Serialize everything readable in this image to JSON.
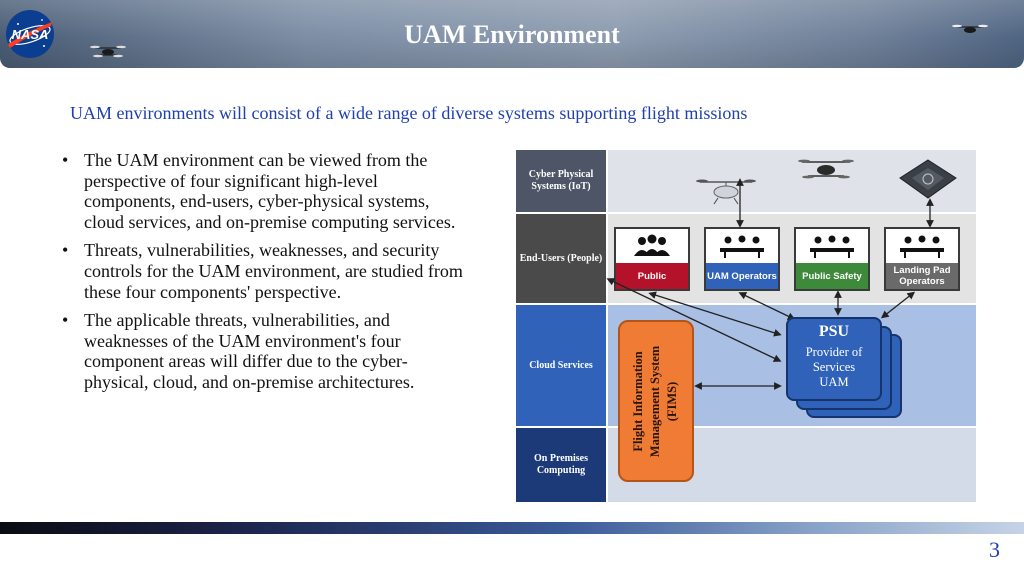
{
  "header": {
    "title": "UAM Environment",
    "logo_text": "NASA"
  },
  "subtitle": "UAM environments will consist of a wide range of diverse systems supporting flight missions",
  "bullets": [
    "The UAM environment can be viewed from the perspective of four significant high-level components, end-users, cyber-physical systems, cloud services, and on-premise computing services.",
    "Threats, vulnerabilities, weaknesses, and security controls for the UAM environment, are studied from these four components' perspective.",
    "The applicable threats, vulnerabilities, and weaknesses of the UAM environment's four component areas will differ due to the cyber-physical, cloud, and on-premise architectures."
  ],
  "diagram": {
    "bands": [
      {
        "label": "Cyber Physical Systems (IoT)",
        "color": "#4d5566"
      },
      {
        "label": "End-Users (People)",
        "color": "#4a4a4a"
      },
      {
        "label": "Cloud Services",
        "color": "#2f62b8"
      },
      {
        "label": "On Premises Computing",
        "color": "#1c3a78"
      }
    ],
    "end_users": [
      {
        "label": "Public",
        "color": "#b3122a"
      },
      {
        "label": "UAM Operators",
        "color": "#2f62b8"
      },
      {
        "label": "Public Safety",
        "color": "#3c8a3a"
      },
      {
        "label": "Landing Pad Operators",
        "color": "#6a6a6a"
      }
    ],
    "fims": {
      "line1": "Flight Information",
      "line2": "Management System",
      "line3": "(FIMS)"
    },
    "psu": {
      "title": "PSU",
      "desc1": "Provider of",
      "desc2": "Services",
      "desc3": "UAM"
    }
  },
  "page_number": "3"
}
